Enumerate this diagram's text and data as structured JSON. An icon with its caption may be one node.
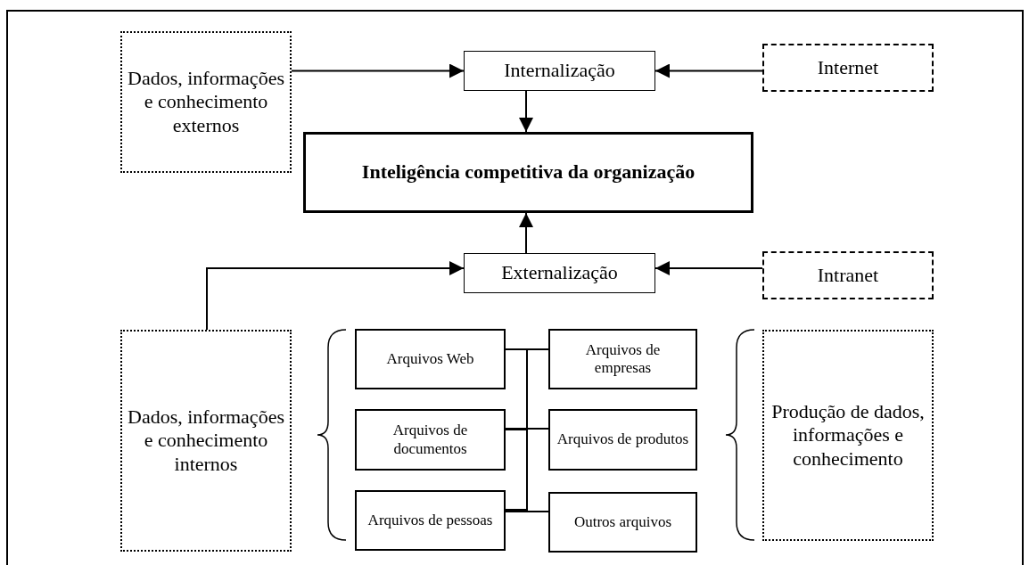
{
  "diagram": {
    "nodes": [
      {
        "text": [
          "Dados, informações e conhecimento externos"
        ]
      },
      {
        "text": [
          "Internalização"
        ]
      },
      {
        "text": [
          "Internet"
        ]
      },
      {
        "text": [
          "Inteligência competitiva da organização"
        ]
      },
      {
        "text": [
          "Externalização"
        ]
      },
      {
        "text": [
          "Intranet"
        ]
      },
      {
        "text": [
          "Dados, informações e conhecimento internos"
        ]
      },
      {
        "text": [
          "Arquivos Web"
        ]
      },
      {
        "text": [
          "Arquivos de empresas"
        ]
      },
      {
        "text": [
          "Arquivos de documentos"
        ]
      },
      {
        "text": [
          "Arquivos de produtos"
        ]
      },
      {
        "text": [
          "Arquivos de pessoas"
        ]
      },
      {
        "text": [
          "Outros arquivos"
        ]
      },
      {
        "text": [
          "Produção de dados, informações e conhecimento"
        ]
      }
    ],
    "edges": [
      {
        "from": 0,
        "to": 1,
        "arrow": "to"
      },
      {
        "from": 2,
        "to": 1,
        "arrow": "to"
      },
      {
        "from": 1,
        "to": 3,
        "arrow": "to"
      },
      {
        "from": 4,
        "to": 3,
        "arrow": "to"
      },
      {
        "from": 5,
        "to": 4,
        "arrow": "to"
      },
      {
        "from": 6,
        "to": 4,
        "arrow": "to"
      },
      {
        "from": 7,
        "to": 8,
        "arrow": "none"
      },
      {
        "from": 9,
        "to": 10,
        "arrow": "none"
      },
      {
        "from": 11,
        "to": 12,
        "arrow": "none"
      },
      {
        "from": 7,
        "to": 9,
        "arrow": "none"
      },
      {
        "from": 9,
        "to": 11,
        "arrow": "none"
      }
    ]
  }
}
